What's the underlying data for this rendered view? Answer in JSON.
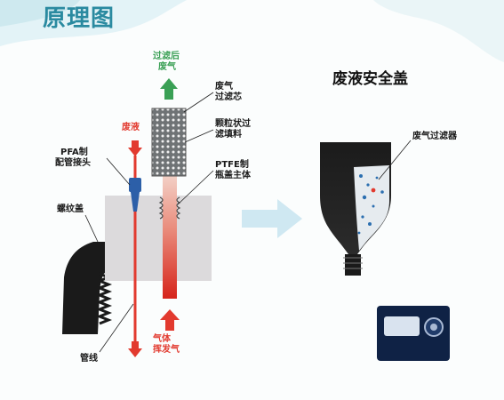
{
  "title": "原理图",
  "right_title": "废液安全盖",
  "labels": {
    "filtered_gas_line1": "过滤后",
    "filtered_gas_line2": "废气",
    "waste_liquid": "废液",
    "pfa_line1": "PFA制",
    "pfa_line2": "配管接头",
    "screw_cap": "螺纹盖",
    "tube": "管线",
    "filter_core_line1": "废气",
    "filter_core_line2": "过滤芯",
    "granular_line1": "颗粒状过",
    "granular_line2": "滤填料",
    "ptfe_line1": "PTFE制",
    "ptfe_line2": "瓶盖主体",
    "gas_evap_line1": "气体",
    "gas_evap_line2": "挥发气",
    "exhaust_filter": "废气过滤器"
  },
  "colors": {
    "title_teal": "#2a8aa0",
    "arrow_green": "#3aa055",
    "arrow_red": "#e23a2f",
    "connector_blue": "#2c5fa8",
    "cap_body": "#dcdadc",
    "black_part": "#1a1a1a",
    "flow_arrow": "#cfe8f2"
  },
  "icons": [
    "up-arrow-green-icon",
    "down-arrow-red-icon",
    "up-arrow-red-icon",
    "flow-arrow-icon",
    "product-photo-icon"
  ]
}
